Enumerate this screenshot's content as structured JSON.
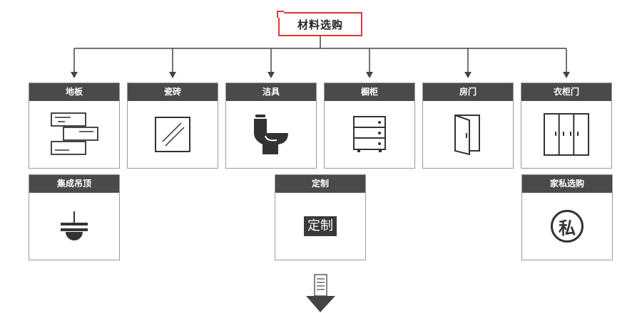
{
  "title": "材料选购",
  "top_row": [
    {
      "label": "地板",
      "icon": "floor-planks-icon"
    },
    {
      "label": "瓷砖",
      "icon": "tile-icon"
    },
    {
      "label": "洁具",
      "icon": "toilet-icon"
    },
    {
      "label": "橱柜",
      "icon": "cabinet-drawers-icon"
    },
    {
      "label": "房门",
      "icon": "door-icon"
    },
    {
      "label": "衣柜门",
      "icon": "wardrobe-icon"
    }
  ],
  "bottom_row": [
    {
      "label": "集成吊顶",
      "icon": "ceiling-lamp-icon"
    },
    {
      "label": "定制",
      "badge": "定制"
    },
    {
      "label": "家私选购",
      "badge": "私"
    }
  ],
  "colors": {
    "accent": "#e0382e",
    "header": "#4a4a4a",
    "line": "#444444"
  }
}
